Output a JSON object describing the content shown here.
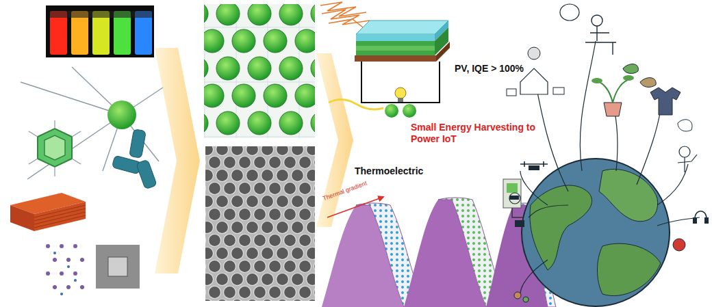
{
  "diagram": {
    "labels": [
      "PV, IQE > 100%",
      "Small Energy Harvesting to Power IoT",
      "Thermoelectric",
      "Thermal gradient"
    ]
  }
}
